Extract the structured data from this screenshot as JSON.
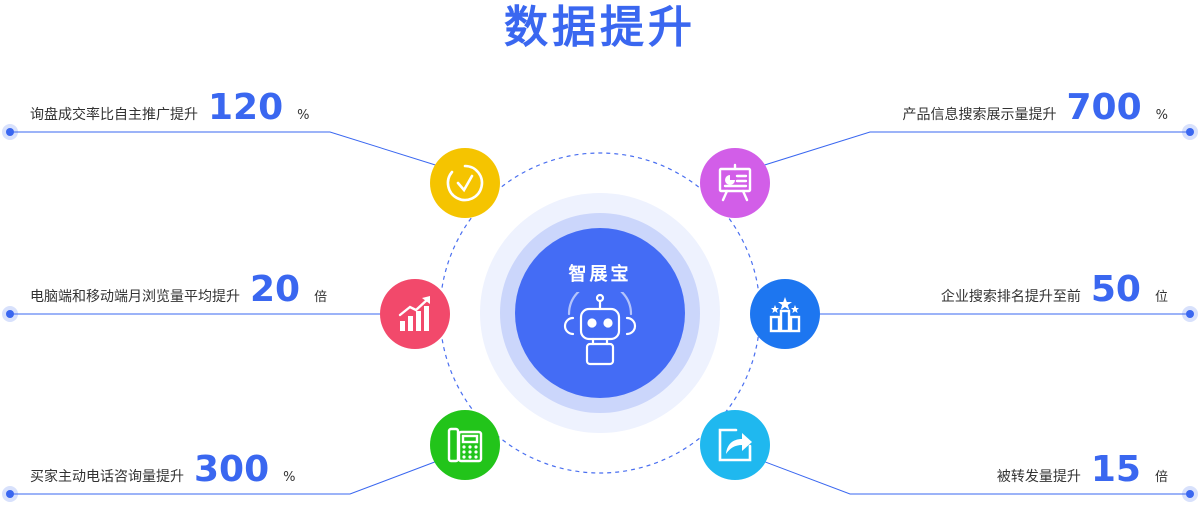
{
  "title": "数据提升",
  "center": {
    "label": "智展宝",
    "icon": "robot-icon"
  },
  "stats": [
    {
      "label": "询盘成交率比自主推广提升",
      "value": "120",
      "unit": "%",
      "icon": "clock-check-icon",
      "color": "#f5c400"
    },
    {
      "label": "电脑端和移动端月浏览量平均提升",
      "value": "20",
      "unit": "倍",
      "icon": "bar-chart-up-icon",
      "color": "#f2496b"
    },
    {
      "label": "买家主动电话咨询量提升",
      "value": "300",
      "unit": "%",
      "icon": "telephone-icon",
      "color": "#22c41a"
    },
    {
      "label": "产品信息搜索展示量提升",
      "value": "700",
      "unit": "%",
      "icon": "presentation-board-icon",
      "color": "#d25ee8"
    },
    {
      "label": "企业搜索排名提升至前",
      "value": "50",
      "unit": "位",
      "icon": "ranking-podium-icon",
      "color": "#1d76f0"
    },
    {
      "label": "被转发量提升",
      "value": "15",
      "unit": "倍",
      "icon": "share-forward-icon",
      "color": "#1fb8ef"
    }
  ]
}
